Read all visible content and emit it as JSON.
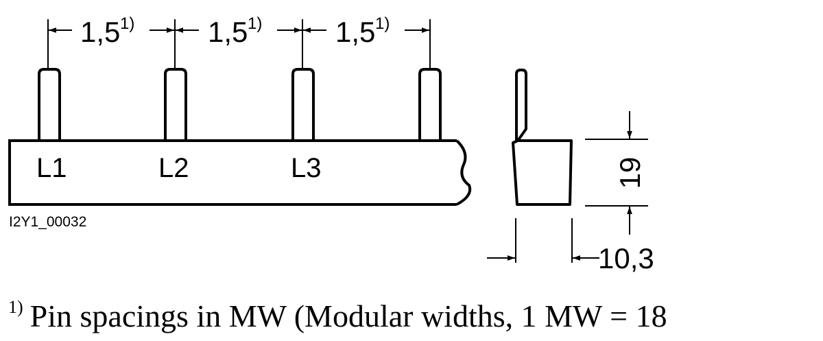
{
  "dimensions": {
    "pin_spacing": "1,5",
    "pin_spacing_note": "1)",
    "height": "19",
    "width": "10,3"
  },
  "phases": [
    "L1",
    "L2",
    "L3"
  ],
  "drawing_id": "I2Y1_00032",
  "footnote": {
    "marker": "1)",
    "text": "Pin spacings in MW (Modular widths, 1 MW = 18"
  }
}
